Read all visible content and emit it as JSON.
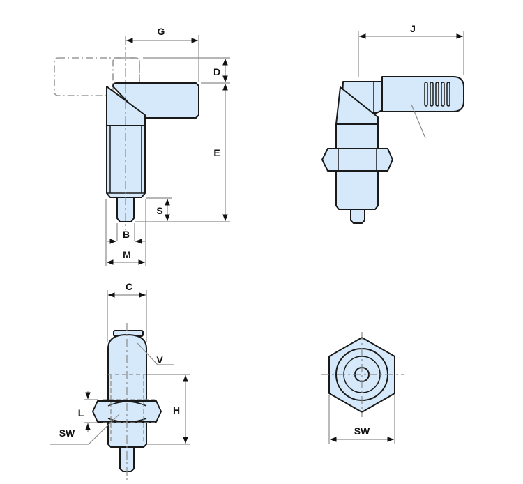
{
  "colors": {
    "part_fill": "#d5e9fa",
    "outline": "#1a1a1a",
    "dimension": "#8c8c8c"
  },
  "side_view": {
    "labels": {
      "g": "G",
      "d": "D",
      "e": "E",
      "s": "S",
      "b": "B",
      "m": "M"
    }
  },
  "iso_view": {
    "labels": {
      "j": "J"
    }
  },
  "front_view": {
    "labels": {
      "c": "C",
      "v": "V",
      "h": "H",
      "l": "L",
      "sw": "SW"
    }
  },
  "bottom_view": {
    "labels": {
      "sw": "SW"
    }
  }
}
